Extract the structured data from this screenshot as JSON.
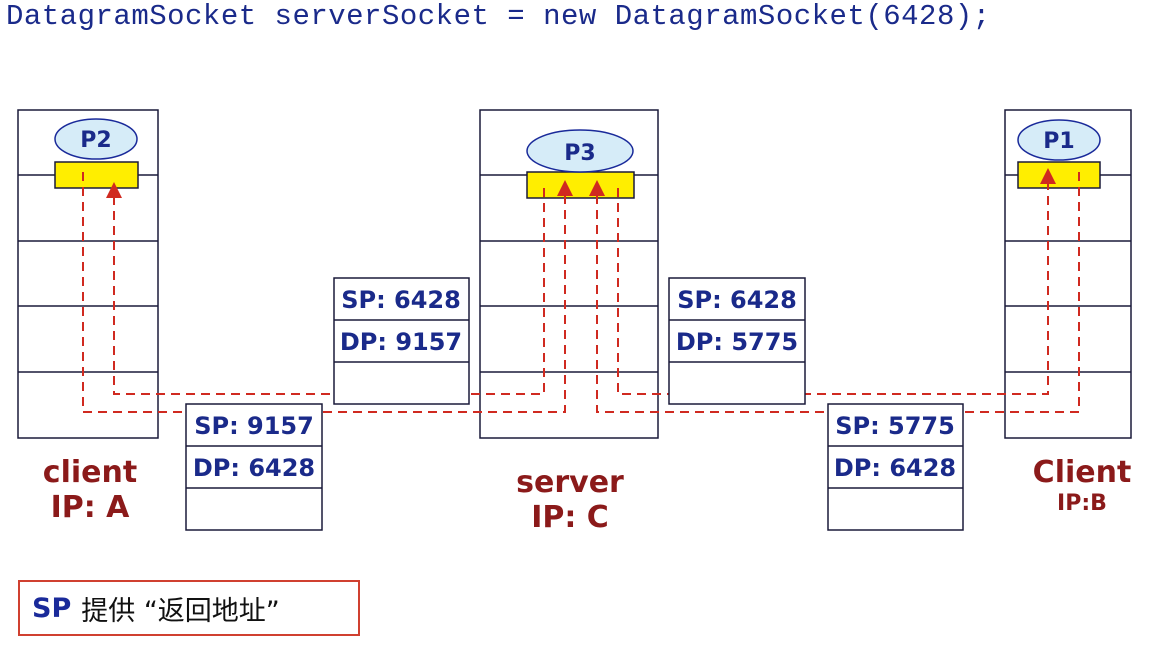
{
  "code_line": "DatagramSocket serverSocket = new DatagramSocket(6428);",
  "processes": {
    "p2": "P2",
    "p3": "P3",
    "p1": "P1"
  },
  "packets": {
    "server_to_a": {
      "sp": "SP: 6428",
      "dp": "DP: 9157"
    },
    "server_to_b": {
      "sp": "SP: 6428",
      "dp": "DP: 5775"
    },
    "a_to_server": {
      "sp": "SP: 9157",
      "dp": "DP: 6428"
    },
    "b_to_server": {
      "sp": "SP: 5775",
      "dp": "DP: 6428"
    }
  },
  "hosts": {
    "client_a": {
      "name": "client",
      "ip": "IP: A"
    },
    "server_c": {
      "name": "server",
      "ip": "IP: C"
    },
    "client_b": {
      "name": "Client",
      "ip": "IP:B"
    }
  },
  "note": {
    "sp": "SP",
    "text": "提供 “返回地址”"
  },
  "colors": {
    "code": "#1a2a8a",
    "label": "#8b1a1a",
    "arrow": "#d02a20",
    "socket": "#ffee00",
    "process": "#d6ecf8",
    "box_text": "#1a2a8a"
  }
}
